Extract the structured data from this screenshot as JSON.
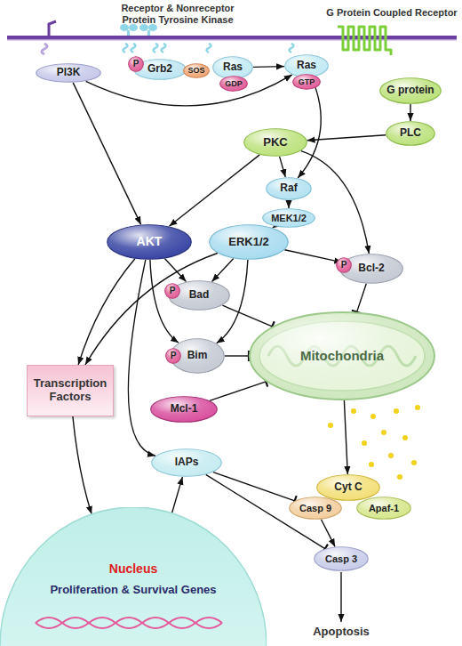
{
  "diagram": {
    "nodes": [
      {
        "text": [
          "PI3K"
        ]
      },
      {
        "text": [
          "Grb2"
        ]
      },
      {
        "text": [
          "P"
        ],
        "in": 1
      },
      {
        "text": [
          "SOS"
        ]
      },
      {
        "text": [
          "Ras"
        ]
      },
      {
        "text": [
          "GDP"
        ],
        "in": 4
      },
      {
        "text": [
          "Ras"
        ]
      },
      {
        "text": [
          "GTP"
        ],
        "in": 6
      },
      {
        "text": [
          "G protein"
        ]
      },
      {
        "text": [
          "PLC"
        ]
      },
      {
        "text": [
          "PKC"
        ]
      },
      {
        "text": [
          "Raf"
        ]
      },
      {
        "text": [
          "MEK1/2"
        ]
      },
      {
        "text": [
          "AKT"
        ]
      },
      {
        "text": [
          "ERK1/2"
        ]
      },
      {
        "text": [
          "Bad"
        ]
      },
      {
        "text": [
          "P"
        ],
        "in": 15
      },
      {
        "text": [
          "Bcl-2"
        ]
      },
      {
        "text": [
          "P"
        ],
        "in": 17
      },
      {
        "text": [
          "Transcription Factors"
        ]
      },
      {
        "text": [
          "Bim"
        ]
      },
      {
        "text": [
          "P"
        ],
        "in": 20
      },
      {
        "text": [
          "Mitochondria"
        ]
      },
      {
        "text": [
          "Mcl-1"
        ]
      },
      {
        "text": [
          "IAPs"
        ]
      },
      {
        "text": [
          "Cyt C"
        ]
      },
      {
        "text": [
          "Casp 9"
        ]
      },
      {
        "text": [
          "Apaf-1"
        ]
      },
      {
        "text": [
          "Nucleus",
          "Proliferation & Survival Genes"
        ]
      },
      {
        "text": [
          "Casp 3"
        ]
      }
    ],
    "edges": [
      {
        "from": 0,
        "to": 13,
        "arrow": "to"
      },
      {
        "from": 0,
        "to": 6,
        "arrow": "to"
      },
      {
        "from": 4,
        "to": 6,
        "arrow": "to"
      },
      {
        "from": 6,
        "to": 11,
        "arrow": "to"
      },
      {
        "from": 8,
        "to": 9,
        "arrow": "to"
      },
      {
        "from": 9,
        "to": 10,
        "arrow": "to"
      },
      {
        "from": 10,
        "to": 11,
        "arrow": "to"
      },
      {
        "from": 10,
        "to": 13,
        "arrow": "to"
      },
      {
        "from": 10,
        "to": 17,
        "arrow": "to"
      },
      {
        "from": 11,
        "to": 12,
        "arrow": "to"
      },
      {
        "from": 12,
        "to": 14,
        "arrow": "to"
      },
      {
        "from": 13,
        "to": 19,
        "arrow": "to"
      },
      {
        "from": 14,
        "to": 19,
        "arrow": "to"
      },
      {
        "from": 13,
        "to": 15,
        "arrow": "to"
      },
      {
        "from": 13,
        "to": 20,
        "arrow": "to"
      },
      {
        "from": 13,
        "to": 24,
        "arrow": "to"
      },
      {
        "from": 14,
        "to": 15,
        "arrow": "to"
      },
      {
        "from": 14,
        "to": 20,
        "arrow": "to"
      },
      {
        "from": 14,
        "to": 17,
        "arrow": "to"
      },
      {
        "from": 15,
        "to": 22,
        "arrow": "to"
      },
      {
        "from": 20,
        "to": 22,
        "arrow": "to"
      },
      {
        "from": 23,
        "to": 22,
        "arrow": "to"
      },
      {
        "from": 17,
        "to": 22,
        "arrow": "to"
      },
      {
        "from": 19,
        "to": 28,
        "arrow": "to"
      },
      {
        "from": 28,
        "to": 24,
        "arrow": "to"
      },
      {
        "from": 22,
        "to": 25,
        "arrow": "to"
      },
      {
        "from": 24,
        "to": 26,
        "arrow": "to"
      },
      {
        "from": 24,
        "to": 29,
        "arrow": "to"
      },
      {
        "from": 26,
        "to": 29,
        "arrow": "to"
      }
    ],
    "labels": [
      "Receptor & Nonreceptor Protein Tyrosine Kinase",
      "G Protein Coupled Receptor",
      "Apoptosis"
    ]
  }
}
